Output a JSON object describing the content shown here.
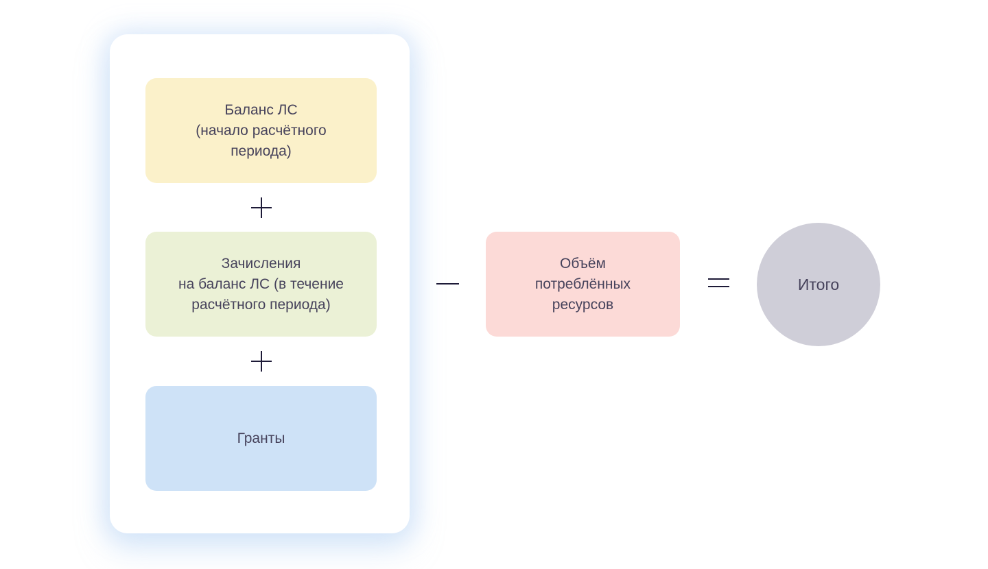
{
  "diagram": {
    "description": "Billing formula diagram",
    "card": {
      "boxes": [
        {
          "id": "balance-start",
          "label": "Баланс ЛС\n(начало расчётного\nпериода)",
          "color": "#FBF1CA"
        },
        {
          "id": "credits",
          "label": "Зачисления\nна баланс ЛС (в течение\nрасчётного периода)",
          "color": "#EBF1D6"
        },
        {
          "id": "grants",
          "label": "Гранты",
          "color": "#CEE2F7"
        }
      ]
    },
    "consumed": {
      "id": "consumed-resources",
      "label": "Объём\nпотреблённых\nресурсов",
      "color": "#FCDAD7"
    },
    "result": {
      "id": "total",
      "label": "Итого",
      "color": "#CFCED8"
    },
    "operators": {
      "plus": "+",
      "minus": "−",
      "equals": "="
    },
    "colors": {
      "text": "#46425B",
      "operator": "#1D1A37",
      "card_background": "#FFFFFF",
      "card_glow": "#B2D0F4"
    }
  }
}
